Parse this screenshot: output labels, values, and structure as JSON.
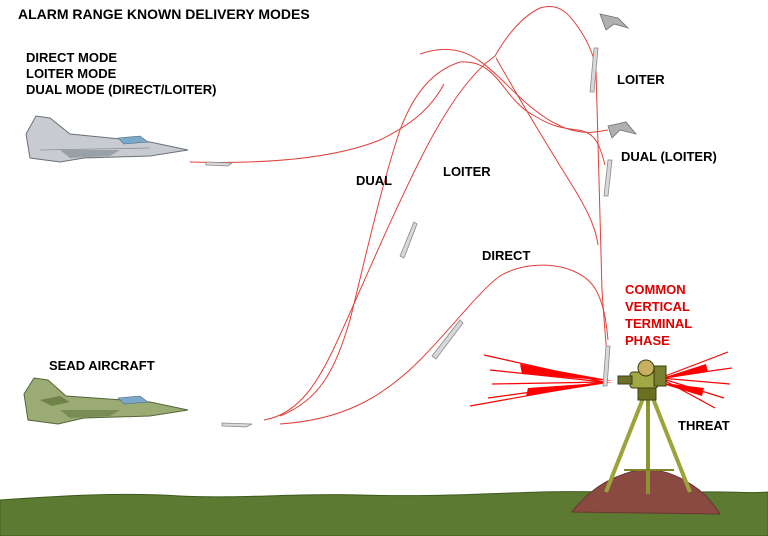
{
  "title": "ALARM RANGE KNOWN DELIVERY MODES",
  "modes_legend": [
    "DIRECT MODE",
    "LOITER MODE",
    "DUAL MODE (DIRECT/LOITER)"
  ],
  "labels": {
    "sead_aircraft": "SEAD AIRCRAFT",
    "dual": "DUAL",
    "loiter_path": "LOITER",
    "direct": "DIRECT",
    "loiter_top": "LOITER",
    "dual_loiter": "DUAL (LOITER)",
    "common_terminal": [
      "COMMON",
      "VERTICAL",
      "TERMINAL",
      "PHASE"
    ],
    "threat": "THREAT"
  },
  "icons": [
    "jet-aircraft-icon",
    "missile-icon",
    "parachute-icon",
    "radar-threat-icon"
  ],
  "colors": {
    "trajectory": "#e0403a",
    "terminal_text": "#dd0000",
    "ground": "#5c7a32",
    "radar_burst": "#ff0000"
  }
}
